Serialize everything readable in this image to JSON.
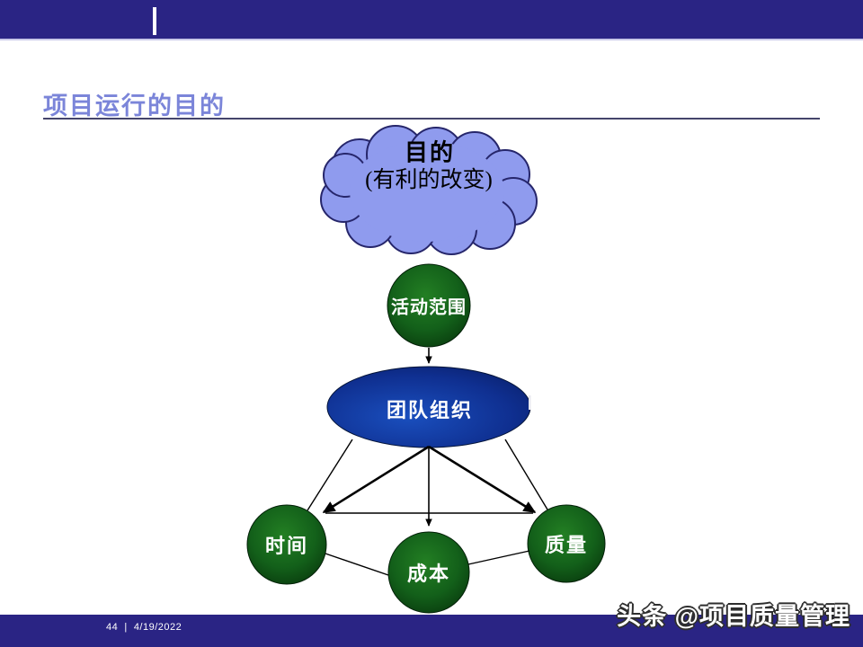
{
  "slide": {
    "title": "项目运行的目的",
    "footer": {
      "text": "44  |  4/19/2022",
      "page_number": "44",
      "date": "4/19/2022"
    },
    "watermark": "头条 @项目质量管理"
  },
  "diagram": {
    "cloud": {
      "title": "目的",
      "subtitle": "(有利的改变)"
    },
    "nodes": {
      "scope": {
        "label": "活动范围",
        "shape": "circle"
      },
      "team": {
        "label": "团队组织",
        "shape": "ellipse"
      },
      "time": {
        "label": "时间",
        "shape": "circle"
      },
      "cost": {
        "label": "成本",
        "shape": "circle"
      },
      "quality": {
        "label": "质量",
        "shape": "circle"
      }
    },
    "connections": [
      {
        "from": "scope",
        "to": "team",
        "style": "arrow-thin"
      },
      {
        "from": "team",
        "to": "time",
        "style": "arrow-thick"
      },
      {
        "from": "team",
        "to": "quality",
        "style": "arrow-thick"
      },
      {
        "from": "team",
        "to": "cost",
        "style": "arrow-thin"
      },
      {
        "from": "team",
        "to": "time",
        "style": "line-edge"
      },
      {
        "from": "team",
        "to": "quality",
        "style": "line-edge"
      },
      {
        "from": "time",
        "to": "quality",
        "style": "line"
      },
      {
        "from": "time",
        "to": "cost",
        "style": "line"
      },
      {
        "from": "cost",
        "to": "quality",
        "style": "line"
      }
    ]
  },
  "colors": {
    "bar_navy": "#2A2484",
    "bar_edge_light": "#C9C9E9",
    "title_text": "#7B85D9",
    "cloud_fill": "#8F9BEE",
    "cloud_stroke": "#26266B",
    "node_green_light": "#1F7A1F",
    "node_green_dark": "#07340B",
    "ellipse_blue_light": "#1A4FBE",
    "ellipse_blue_dark": "#081B60",
    "connector_black": "#000000",
    "label_white": "#FFFFFF"
  }
}
